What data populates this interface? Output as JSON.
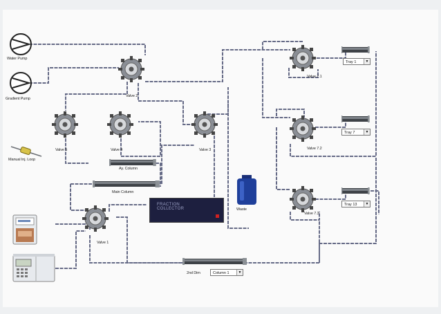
{
  "labels": {
    "water_pump": "Water Pump",
    "gradient_pump": "Gradient Pump",
    "valve_2": "Valve 2",
    "valve_5": "Valve 5",
    "valve_4": "Valve 4",
    "valve_3": "Valve 3",
    "valve_1": "Valve 1",
    "valve_7_1": "Valve 7.1",
    "valve_7_2": "Valve 7.2",
    "valve_7_3": "Valve 7.3",
    "manual_inj_loop": "Manual Inj. Loop",
    "column_small": "Ay. Column",
    "main_column": "Main Column",
    "waste": "Waste",
    "second_dim": "2nd Dim"
  },
  "fraction_collector": {
    "line1": "FRACTION",
    "line2": "COLLECTOR"
  },
  "selects": {
    "tray_1": "Tray 1",
    "tray_7": "Tray 7",
    "tray_13": "Tray 13",
    "column_1": "Column 1"
  },
  "colors": {
    "line": "#6a6f8a",
    "valve_body": "#7b7f86",
    "waste_bottle": "#1f3f9a",
    "fraction_collector": "#1d1f3f"
  }
}
